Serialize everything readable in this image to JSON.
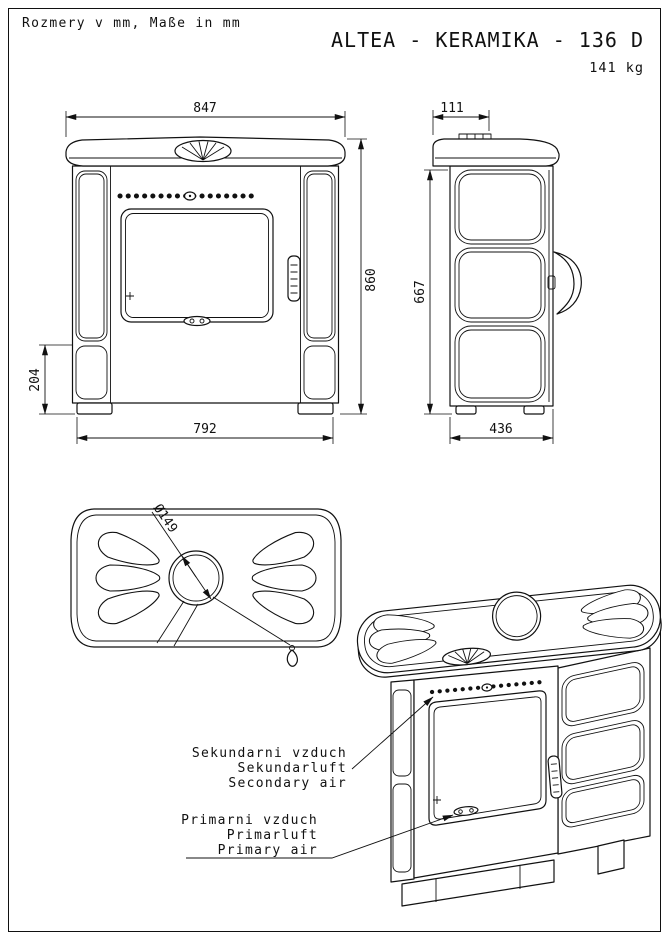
{
  "header": {
    "units_note": "Rozmery v mm, Maße in mm",
    "title": "ALTEA - KERAMIKA - 136 D",
    "weight": "141 kg"
  },
  "front_view": {
    "width_top": "847",
    "height": "860",
    "plinth_height": "204",
    "width_bottom": "792"
  },
  "side_view": {
    "flue_offset": "111",
    "body_height": "667",
    "depth": "436"
  },
  "top_view": {
    "flue_diameter": "Ø149"
  },
  "air_labels": {
    "secondary": [
      "Sekundarni vzduch",
      "Sekundarluft",
      "Secondary air"
    ],
    "primary": [
      "Primarni vzduch",
      "Primarluft",
      "Primary air"
    ]
  }
}
